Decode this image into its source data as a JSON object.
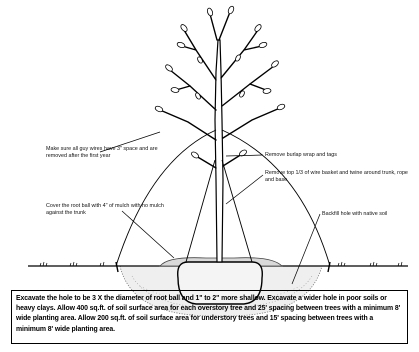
{
  "labels": {
    "guy_wires": "Make sure all guy wires have 3\" space and are removed after the first year",
    "burlap": "Remove burlap wrap and tags",
    "twine": "Remove top 1/3 of wire basket and twine around trunk, rope and base",
    "mulch": "Cover the root ball with 4\" of mulch with no mulch against the trunk",
    "backfill": "Backfill hole with native soil"
  },
  "caption": "Excavate the hole to be 3 X the diameter of root ball and 1\" to 2\" more shallow. Excavate a wider hole in poor soils or heavy clays. Allow 400 sq.ft. of soil surface area for each overstory tree and 25' spacing between trees with a minimum 8' wide planting area. Allow 200 sq.ft. of soil surface area for understory trees and 15' spacing between trees with a minimum 8' wide planting area."
}
